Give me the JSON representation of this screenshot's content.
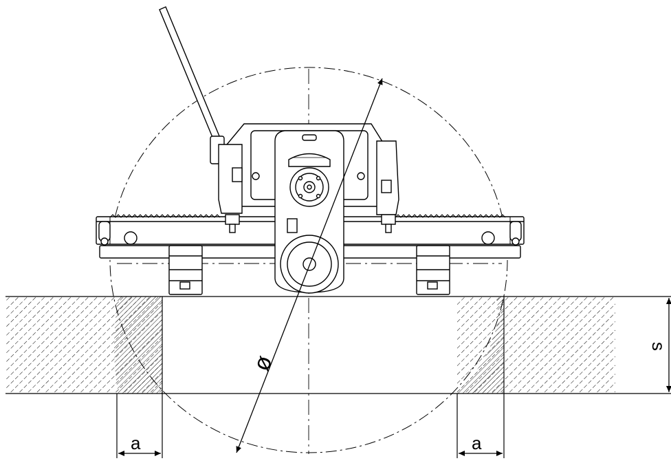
{
  "diagram": {
    "labels": {
      "diameter": "ø",
      "depth": "s",
      "offset_left": "a",
      "offset_right": "a"
    },
    "colors": {
      "line": "#000000",
      "background": "#ffffff",
      "hatch": "#000000"
    },
    "elements": [
      "wall-saw-machine",
      "guide-rail",
      "saw-blade-circle",
      "wall-section-hatched",
      "dimension-diameter",
      "dimension-cut-depth",
      "dimension-edge-offset"
    ]
  }
}
